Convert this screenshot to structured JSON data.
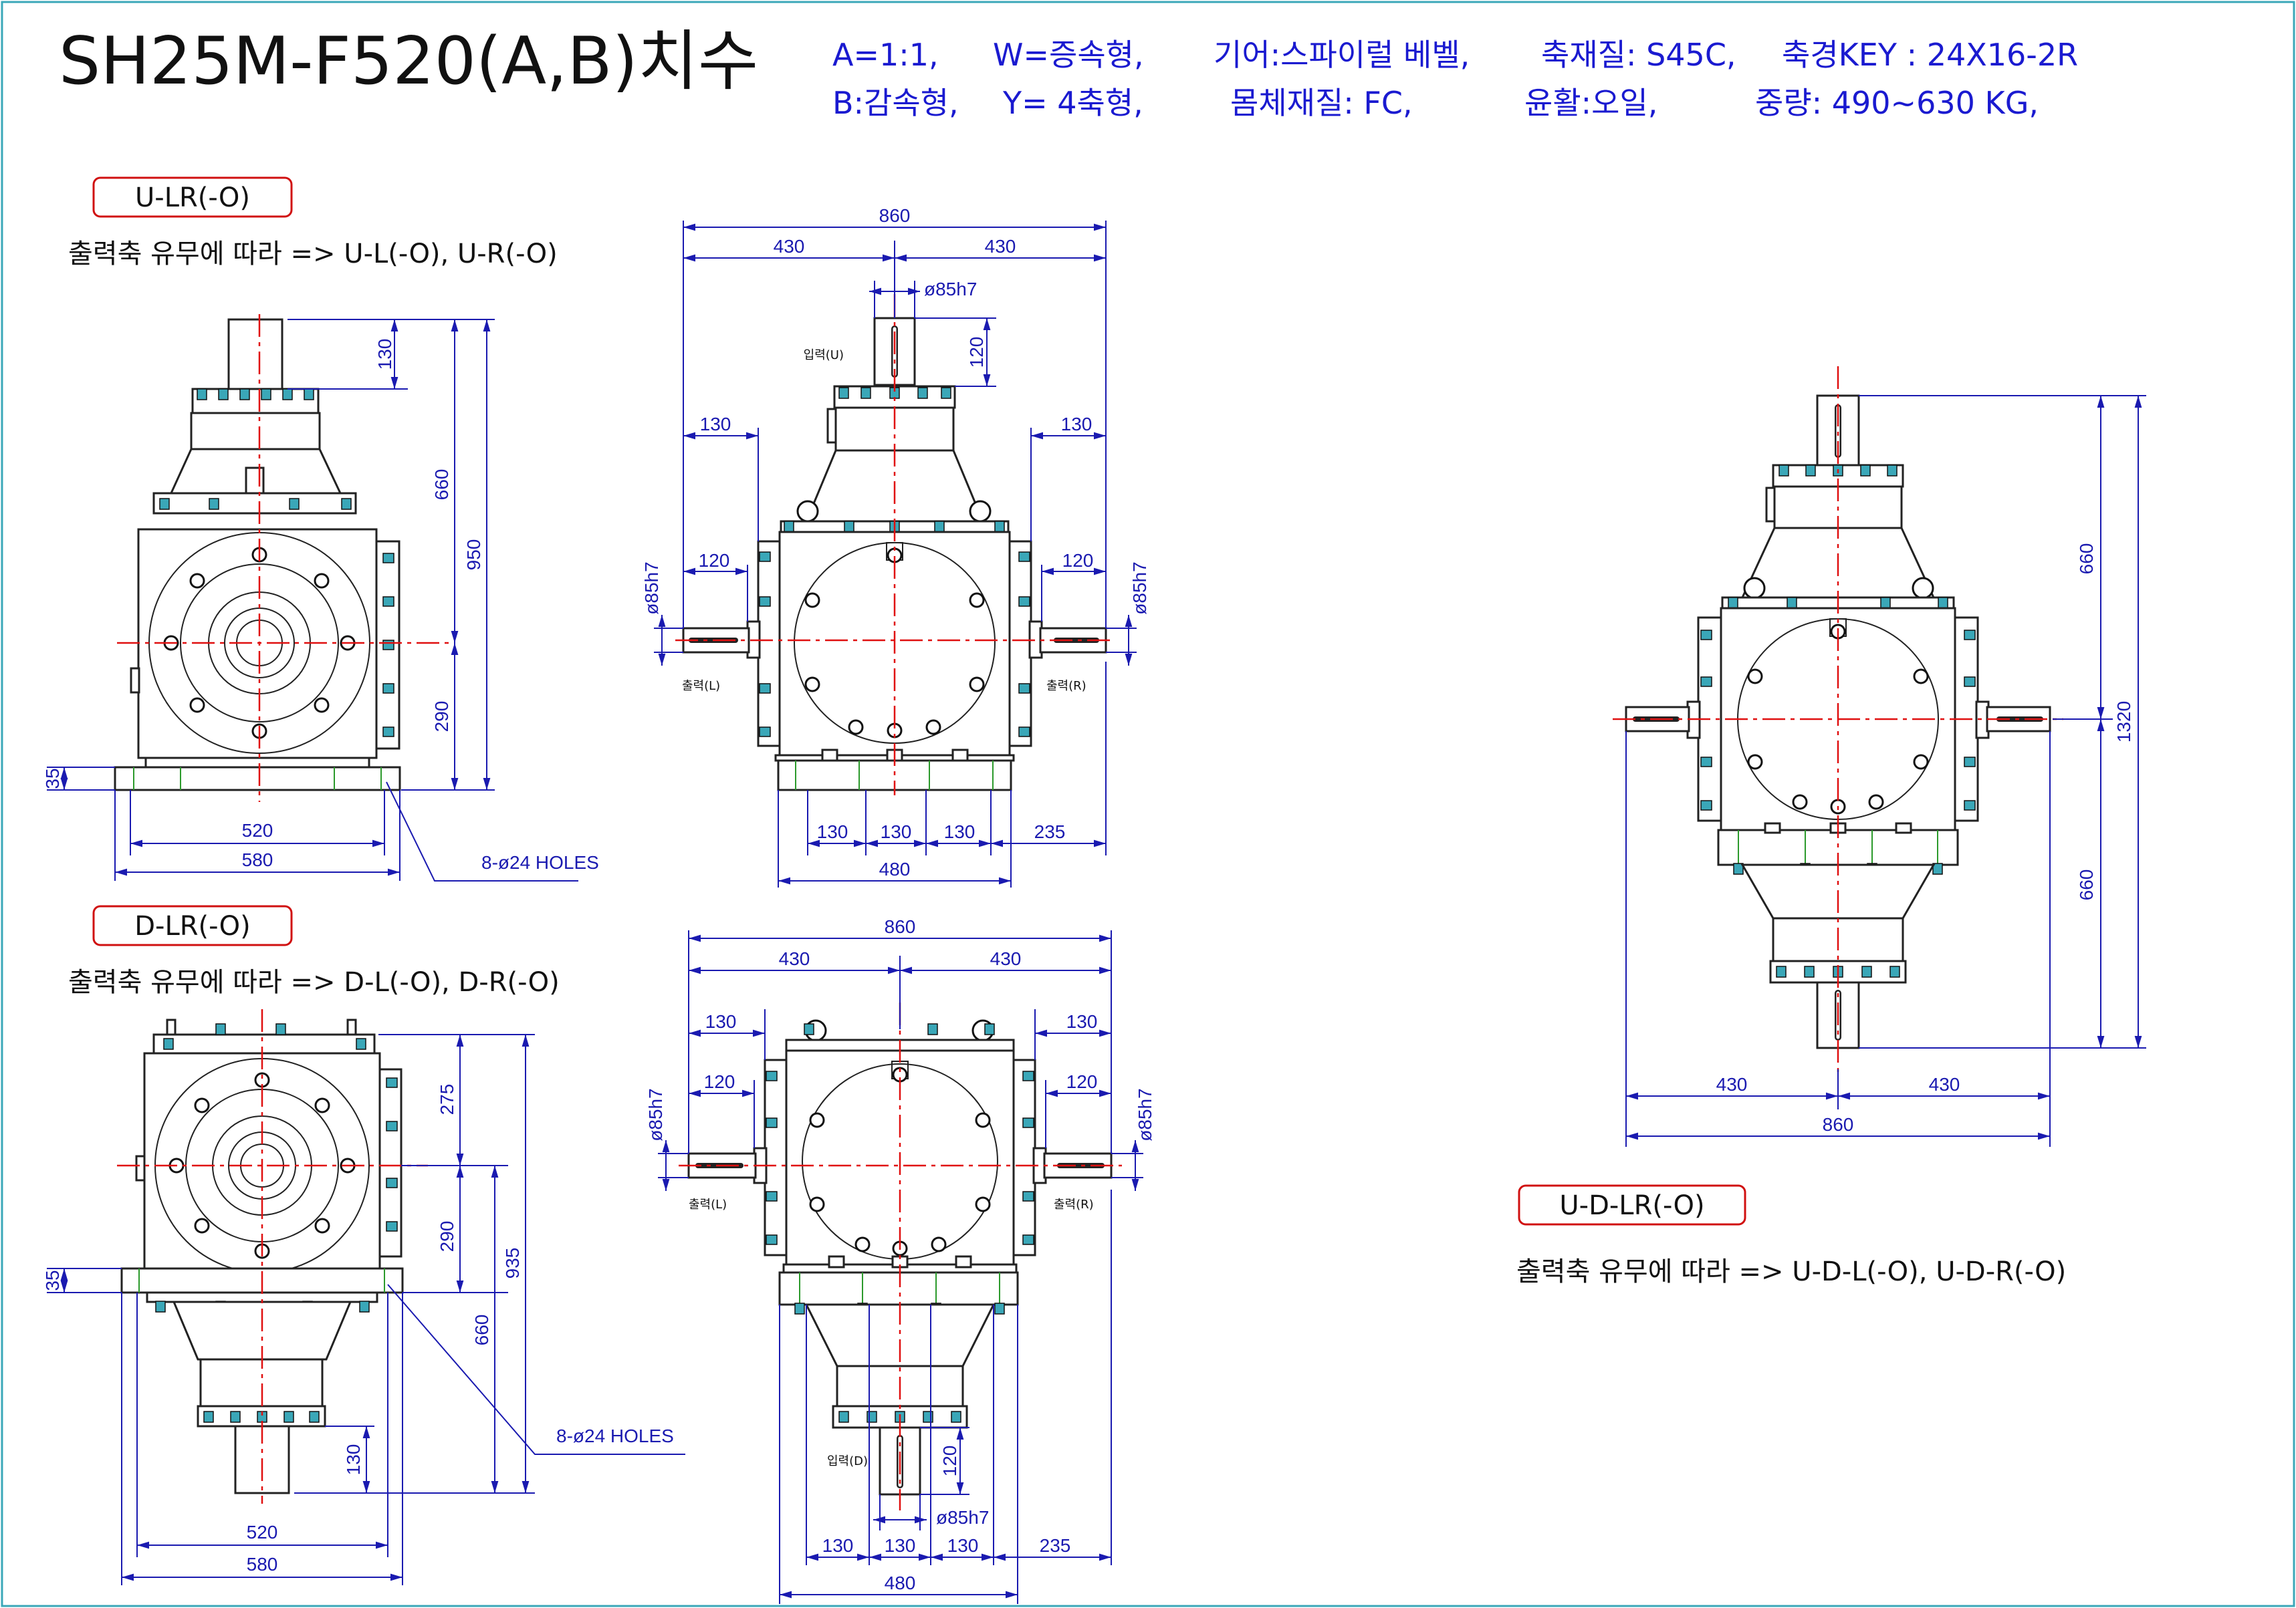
{
  "title": "SH25M-F520(A,B)치수",
  "specs": {
    "line1": [
      "A=1:1,",
      "W=증속형,",
      "기어:스파이럴 베벨,",
      "축재질: S45C,",
      "축경KEY : 24X16-2R"
    ],
    "line2": [
      "B:감속형,",
      "Y= 4축형,",
      "몸체재질: FC,",
      "윤활:오일,",
      "중량: 490~630 KG,"
    ]
  },
  "views": {
    "u_lr": {
      "tag": "U-LR(-O)",
      "note": "출력축 유무에 따라 => U-L(-O), U-R(-O)",
      "side": {
        "d130": "130",
        "d660": "660",
        "d950": "950",
        "d290": "290",
        "d35": "35",
        "d520": "520",
        "d580": "580",
        "holes": "8-ø24 HOLES"
      },
      "front": {
        "d860": "860",
        "d430a": "430",
        "d430b": "430",
        "phi85": "ø85h7",
        "d120v": "120",
        "in_u": "입력(U)",
        "d130l": "130",
        "d130r": "130",
        "d120l": "120",
        "d120r": "120",
        "phiL": "ø85h7",
        "phiR": "ø85h7",
        "out_l": "출력(L)",
        "out_r": "출력(R)",
        "b130a": "130",
        "b130b": "130",
        "b130c": "130",
        "b235": "235",
        "b480": "480"
      }
    },
    "d_lr": {
      "tag": "D-LR(-O)",
      "note": "출력축 유무에 따라 => D-L(-O), D-R(-O)",
      "side": {
        "d275": "275",
        "d290": "290",
        "d935": "935",
        "d660": "660",
        "d35": "35",
        "d130": "130",
        "d520": "520",
        "d580": "580",
        "holes": "8-ø24 HOLES"
      },
      "front": {
        "d860": "860",
        "d430a": "430",
        "d430b": "430",
        "d130l": "130",
        "d130r": "130",
        "d120l": "120",
        "d120r": "120",
        "phiL": "ø85h7",
        "phiR": "ø85h7",
        "out_l": "출력(L)",
        "out_r": "출력(R)",
        "in_d": "입력(D)",
        "d120v": "120",
        "phi85": "ø85h7",
        "b130a": "130",
        "b130b": "130",
        "b130c": "130",
        "b235": "235",
        "b480": "480"
      }
    },
    "u_d_lr": {
      "tag": "U-D-LR(-O)",
      "note": "출력축 유무에 따라 => U-D-L(-O), U-D-R(-O)",
      "dims": {
        "d660a": "660",
        "d660b": "660",
        "d1320": "1320",
        "d430a": "430",
        "d430b": "430",
        "d860": "860"
      }
    }
  }
}
